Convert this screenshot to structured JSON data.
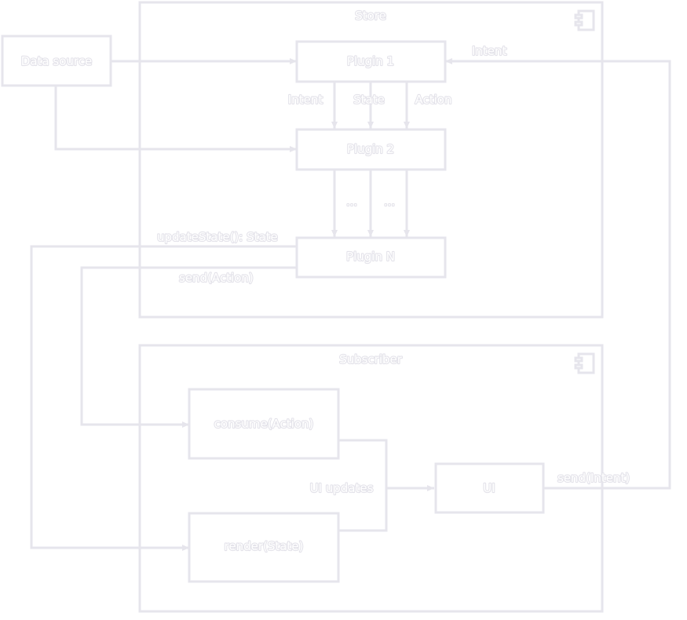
{
  "containers": {
    "store": {
      "label": "Store"
    },
    "subscriber": {
      "label": "Subscriber"
    }
  },
  "nodes": {
    "data_source": "Data source",
    "plugin_1": "Plugin 1",
    "plugin_2": "Plugin 2",
    "plugin_n": "Plugin N",
    "consume": "consume(Action)",
    "render": "render(State)",
    "ui": "UI"
  },
  "edge_labels": {
    "intent_to_plugin1": "Intent",
    "intent": "Intent",
    "state": "State",
    "action": "Action",
    "ellipsis_1": "...",
    "ellipsis_2": "...",
    "update_state": "updateState(): State",
    "send_action": "send(Action)",
    "ui_updates": "UI updates",
    "send_intent": "send(Intent)"
  },
  "icons": [
    "component-icon",
    "component-icon"
  ],
  "colors": {
    "line": "#e6e5ec",
    "text_outline": "#e4e3ea",
    "background": "#ffffff"
  }
}
